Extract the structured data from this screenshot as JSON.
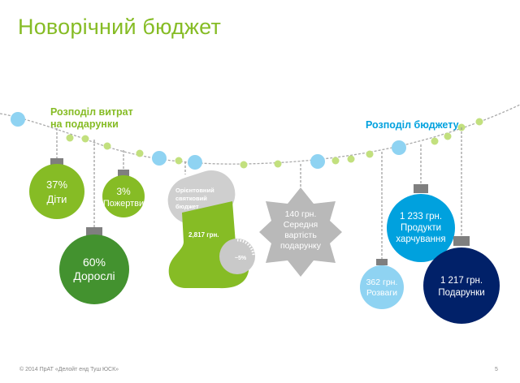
{
  "title": "Новорічний бюджет",
  "footer": "© 2014 ПрАТ «Делойт енд Туш ЮСК»",
  "page_number": "5",
  "section_labels": {
    "spending_line1": "Розподіл витрат",
    "spending_line2": "на подарунки",
    "budget": "Розподіл бюджету"
  },
  "colors": {
    "green": "#86bc25",
    "dark_green": "#43922f",
    "blue": "#00a1de",
    "navy": "#012169",
    "light_blue": "#8fd3f2",
    "gray": "#b9b9b9",
    "cap": "#7f7f7f"
  },
  "stocking": {
    "caption_line1": "Орієнтовний",
    "caption_line2": "святковий",
    "caption_line3": "бюджет",
    "amount": "2,817 грн.",
    "change": "~5%"
  },
  "star": {
    "line1": "140 грн.",
    "line2": "Середня",
    "line3": "вартість",
    "line4": "подарунку"
  },
  "chart_data": [
    {
      "type": "pie",
      "title": "Розподіл витрат на подарунки",
      "categories": [
        "Діти",
        "Дорослі",
        "Пожертви"
      ],
      "values": [
        37,
        60,
        3
      ],
      "unit": "%",
      "labels": [
        "37%",
        "60%",
        "3%"
      ]
    },
    {
      "type": "bar",
      "title": "Розподіл бюджету",
      "categories": [
        "Продукти харчування",
        "Подарунки",
        "Розваги"
      ],
      "values": [
        1233,
        1217,
        362
      ],
      "unit": "грн.",
      "labels": [
        "1 233 грн.",
        "1 217 грн.",
        "362 грн."
      ]
    }
  ]
}
